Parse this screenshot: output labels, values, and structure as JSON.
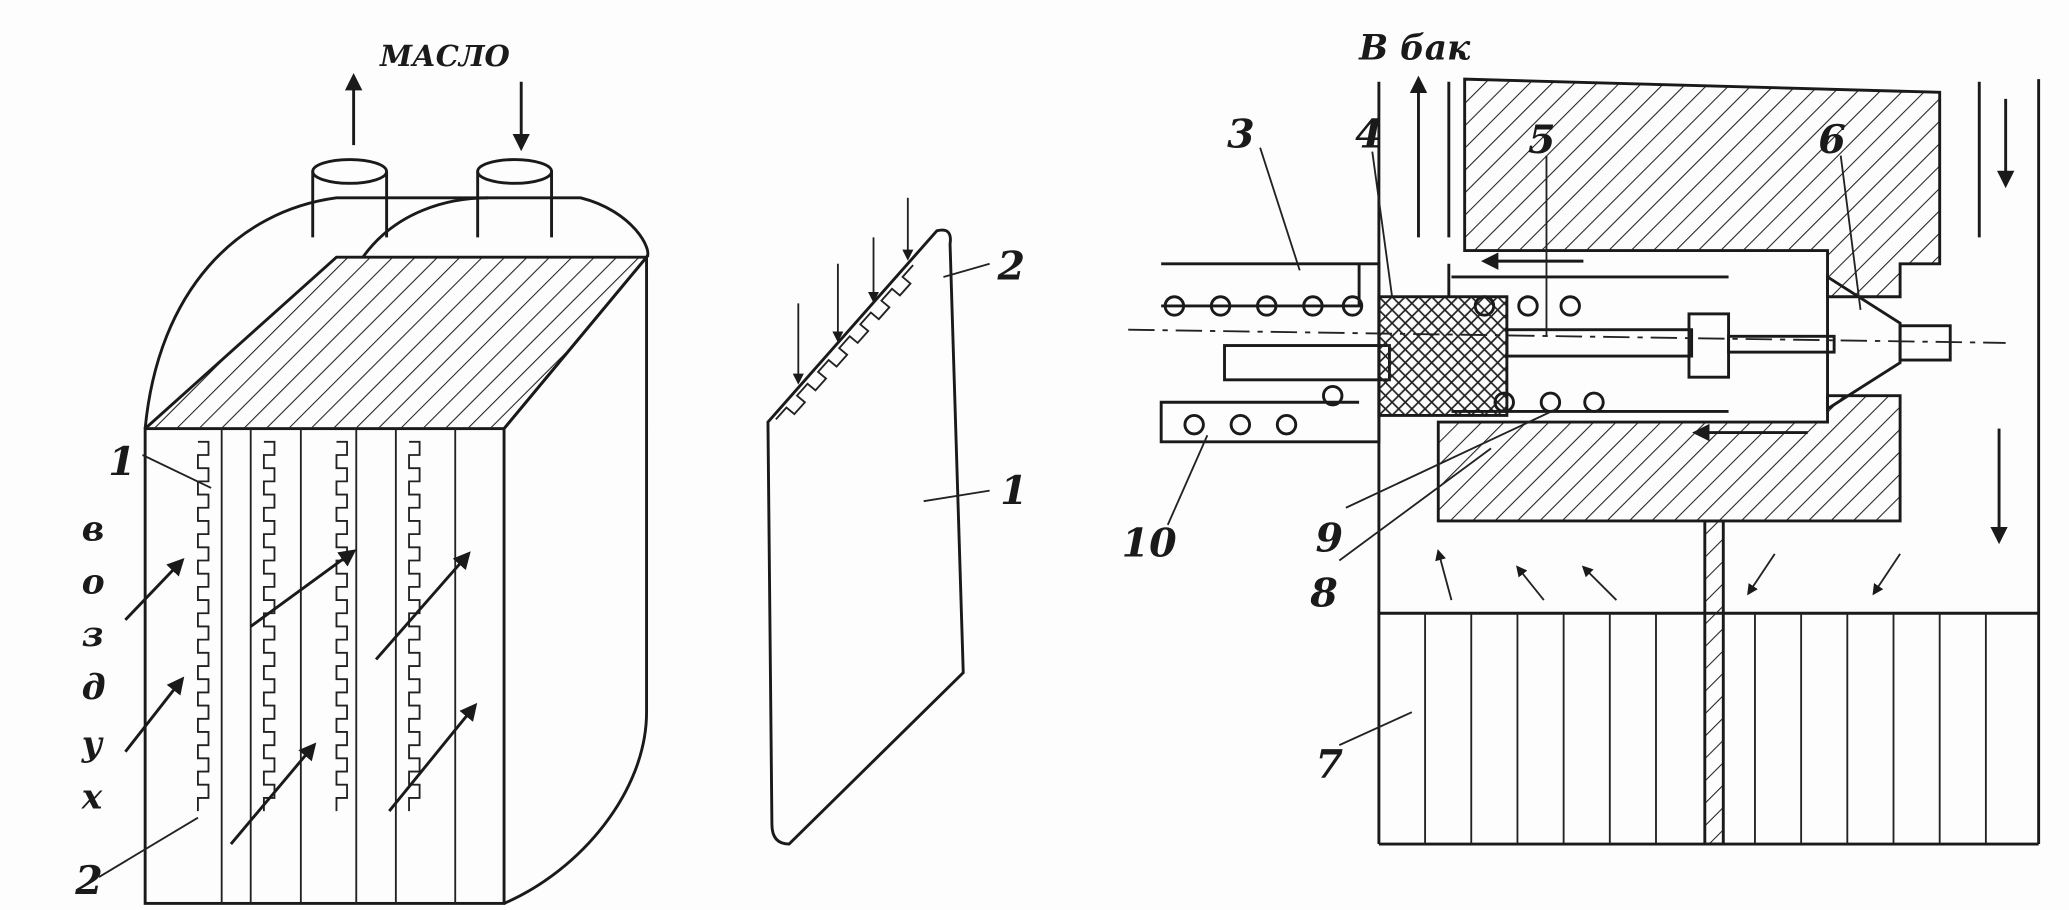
{
  "left_figure": {
    "oil_label": "МАСЛО",
    "air_label_letters": [
      "в",
      "о",
      "з",
      "д",
      "у",
      "х"
    ],
    "part_labels": {
      "core_plate": "1",
      "fin": "2"
    }
  },
  "plate_figure": {
    "part_labels": {
      "fin": "2",
      "plate": "1"
    }
  },
  "valve_figure": {
    "to_tank_label": "В бак",
    "part_labels": [
      "3",
      "4",
      "5",
      "6",
      "10",
      "9",
      "8",
      "7"
    ]
  }
}
